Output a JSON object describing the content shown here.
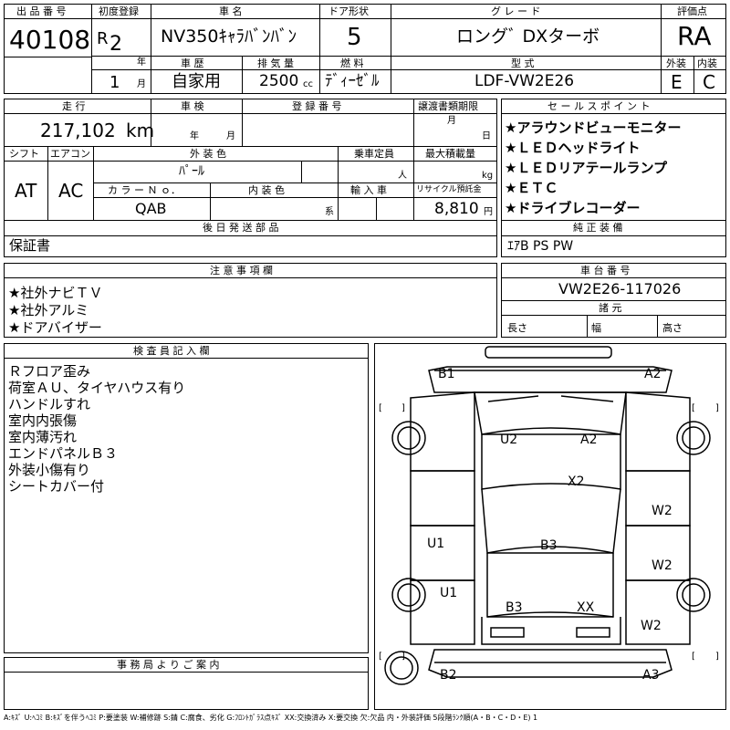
{
  "headers": {
    "lot_no": "出 品 番 号",
    "first_reg": "初度登録",
    "car_name": "車 名",
    "door": "ドア形状",
    "grade": "グ レ ー ド",
    "score": "評価点",
    "history": "車 歴",
    "displacement": "排 気 量",
    "fuel": "燃 料",
    "model_code": "型 式",
    "ext": "外装",
    "int": "内装",
    "mileage": "走 行",
    "inspection": "車 検",
    "reg_no": "登 録 番 号",
    "transfer": "譲渡書類期限",
    "selling_points": "セ ー ル ス ポ イ ン ト",
    "shift": "シフト",
    "aircon": "エアコン",
    "ext_color": "外 装 色",
    "capacity": "乗車定員",
    "max_load": "最大積載量",
    "color_no": "カ ラ ー Ｎ ｏ．",
    "int_color": "内 装 色",
    "import": "輸 入 車",
    "recycle": "リサイクル預託金",
    "later_parts": "後 日 発 送 部 品",
    "genuine": "純 正 装 備",
    "notes": "注 意 事 項 欄",
    "chassis": "車 台 番 号",
    "dims": "諸 元",
    "inspector": "検 査 員 記 入 欄",
    "office": "事 務 局 よ り ご 案 内"
  },
  "values": {
    "lot_no": "40108",
    "era": "R",
    "year": "2",
    "year_unit": "年",
    "month": "1",
    "month_unit": "月",
    "car_name": "NV350ｷｬﾗﾊﾞﾝﾊﾞﾝ",
    "doors": "5",
    "grade": "ロングﾞ DXターボ",
    "score": "RA",
    "history": "自家用",
    "displacement": "2500",
    "cc": "cc",
    "fuel": "ﾃﾞｨｰｾﾞﾙ",
    "model_code": "LDF-VW2E26",
    "ext_grade": "E",
    "int_grade": "C",
    "mileage": "217,102",
    "km": "km",
    "insp_year": "年",
    "insp_month": "月",
    "transfer_month": "月",
    "transfer_day": "日",
    "shift": "AT",
    "aircon": "AC",
    "ext_color": "ﾊﾟｰﾙ",
    "capacity_unit": "人",
    "load_unit": "kg",
    "color_no": "QAB",
    "int_color_unit": "系",
    "recycle": "8,810",
    "yen": "円",
    "later_parts": "保証書",
    "genuine": "ｴｱB PS PW",
    "chassis": "VW2E26-117026",
    "len": "長さ",
    "wid": "幅",
    "hgt": "高さ"
  },
  "selling_points": [
    "★アラウンドビューモニター",
    "★ＬＥＤヘッドライト",
    "★ＬＥＤリアテールランプ",
    "★ＥＴＣ",
    "★ドライブレコーダー"
  ],
  "notes": [
    "★社外ナビＴＶ",
    "★社外アルミ",
    "★ドアバイザー"
  ],
  "inspector_notes": [
    "Ｒフロア歪み",
    "荷室ＡＵ、タイヤハウス有り",
    "ハンドルすれ",
    "室内内張傷",
    "室内薄汚れ",
    "エンドパネルＢ３",
    "外装小傷有り",
    "シートカバー付"
  ],
  "diagram_marks": [
    "B1",
    "A2",
    "U2",
    "A2",
    "X2",
    "W2",
    "U1",
    "B3",
    "W2",
    "U1",
    "B3",
    "XX",
    "W2",
    "B2",
    "A3"
  ],
  "legend": "A:ｷｽﾞ U:ﾍｺﾐ B:ｷｽﾞを伴うﾍｺﾐ P:要塗装 W:補修跡 S:錆 C:腐食、劣化 G:ﾌﾛﾝﾄｶﾞﾗｽ点ｷｽﾞ XX:交換済み X:要交換 欠:欠品 内・外装評価 5段階ﾗﾝｸ順(A・B・C・D・E) 1"
}
